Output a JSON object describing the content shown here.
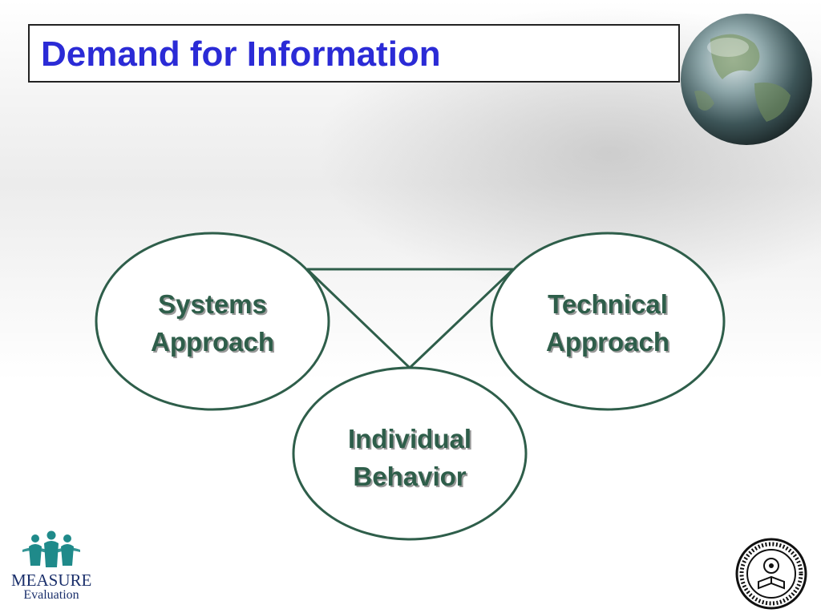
{
  "title": "Demand for Information",
  "diagram": {
    "nodes": [
      {
        "id": "systems",
        "lines": [
          "Systems",
          "Approach"
        ]
      },
      {
        "id": "technical",
        "lines": [
          "Technical",
          "Approach"
        ]
      },
      {
        "id": "individual",
        "lines": [
          "Individual",
          "Behavior"
        ]
      }
    ],
    "colors": {
      "stroke": "#2e5e4a",
      "text": "#2e5e4a",
      "shadow": "#9a9a9a",
      "title": "#2b2bd6"
    }
  },
  "logos": {
    "left_line1": "MEASURE",
    "left_line2": "Evaluation"
  }
}
